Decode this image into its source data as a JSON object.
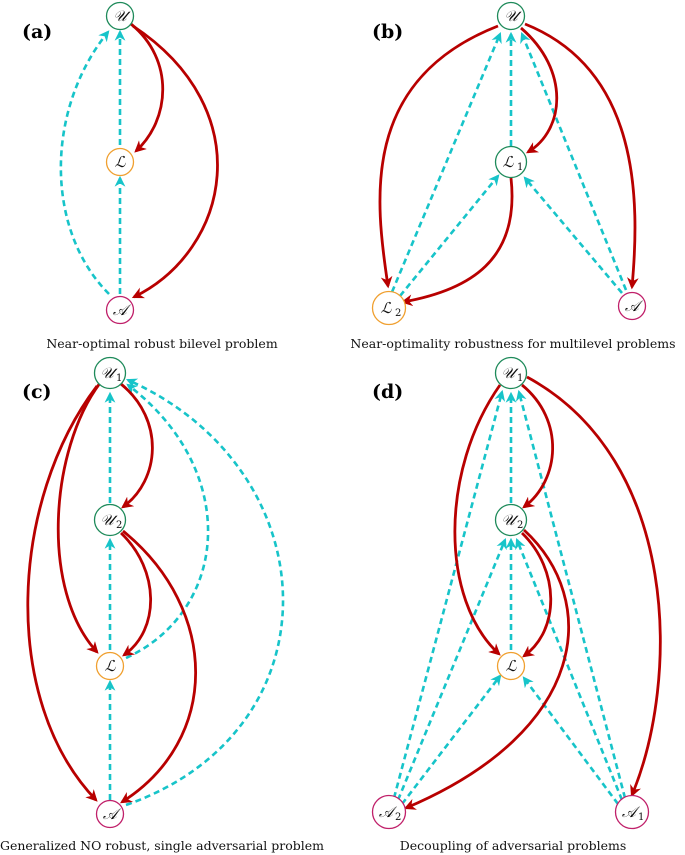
{
  "colors": {
    "leader": "#1e8a5a",
    "follower": "#f0a030",
    "adversary": "#c0206a",
    "red_edge": "#b80000",
    "cyan_edge": "#17c4c9"
  },
  "panels": [
    {
      "id": "a",
      "label": "(a)",
      "caption": "Near-optimal robust bilevel problem",
      "nodes": [
        {
          "id": "U",
          "symbol": "𝒰",
          "sub": "",
          "role": "leader"
        },
        {
          "id": "L",
          "symbol": "ℒ",
          "sub": "",
          "role": "follower"
        },
        {
          "id": "A",
          "symbol": "𝒜",
          "sub": "",
          "role": "adversary"
        }
      ]
    },
    {
      "id": "b",
      "label": "(b)",
      "caption": "Near-optimality robustness for multilevel problems",
      "nodes": [
        {
          "id": "U",
          "symbol": "𝒰",
          "sub": "",
          "role": "leader"
        },
        {
          "id": "L1",
          "symbol": "ℒ",
          "sub": "1",
          "role": "leader"
        },
        {
          "id": "L2",
          "symbol": "ℒ",
          "sub": "2",
          "role": "follower"
        },
        {
          "id": "A",
          "symbol": "𝒜",
          "sub": "",
          "role": "adversary"
        }
      ]
    },
    {
      "id": "c",
      "label": "(c)",
      "caption": "Generalized NO robust, single adversarial problem",
      "nodes": [
        {
          "id": "U1",
          "symbol": "𝒰",
          "sub": "1",
          "role": "leader"
        },
        {
          "id": "U2",
          "symbol": "𝒰",
          "sub": "2",
          "role": "leader"
        },
        {
          "id": "L",
          "symbol": "ℒ",
          "sub": "",
          "role": "follower"
        },
        {
          "id": "A",
          "symbol": "𝒜",
          "sub": "",
          "role": "adversary"
        }
      ]
    },
    {
      "id": "d",
      "label": "(d)",
      "caption": "Decoupling of adversarial problems",
      "nodes": [
        {
          "id": "U1",
          "symbol": "𝒰",
          "sub": "1",
          "role": "leader"
        },
        {
          "id": "U2",
          "symbol": "𝒰",
          "sub": "2",
          "role": "leader"
        },
        {
          "id": "L",
          "symbol": "ℒ",
          "sub": "",
          "role": "follower"
        },
        {
          "id": "A2",
          "symbol": "𝒜",
          "sub": "2",
          "role": "adversary"
        },
        {
          "id": "A1",
          "symbol": "𝒜",
          "sub": "1",
          "role": "adversary"
        }
      ]
    }
  ]
}
